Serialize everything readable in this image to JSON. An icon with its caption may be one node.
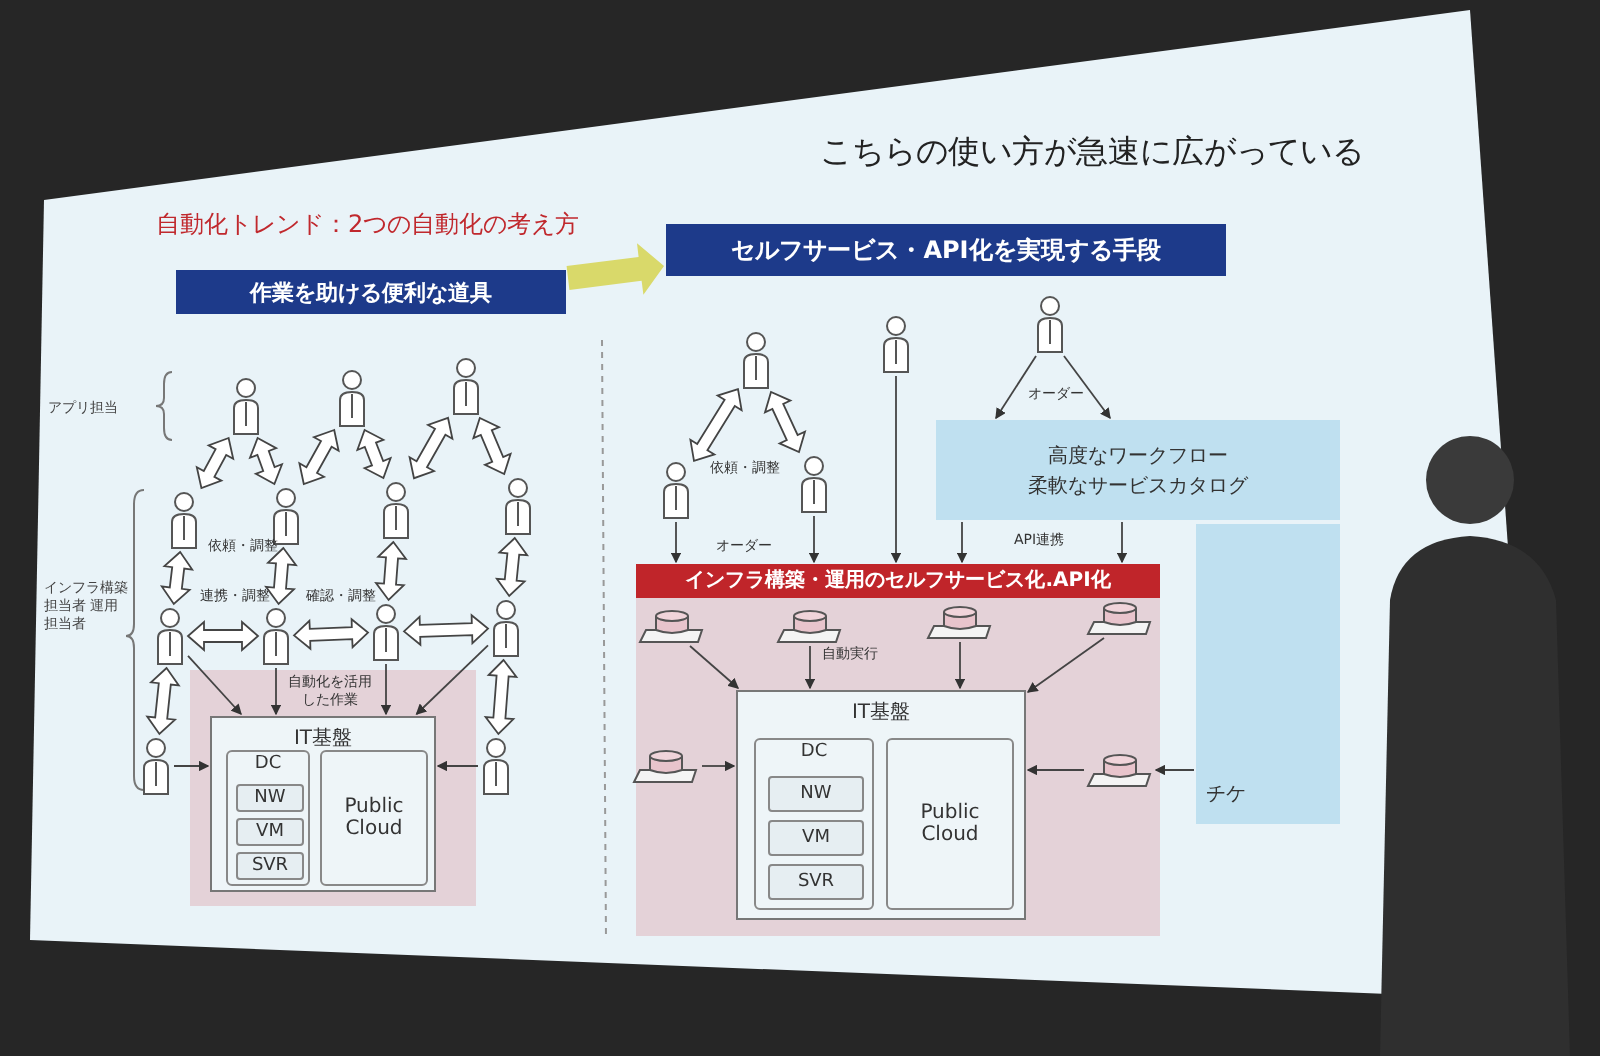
{
  "diagram": {
    "title": "自動化トレンド：2つの自動化の考え方",
    "nodes": [
      {
        "text": [
          "作業を助ける便利な道具"
        ]
      },
      {
        "text": [
          "セルフサービス・API化を実現する手段"
        ]
      },
      {
        "text": [],
        "shape": "person"
      },
      {
        "text": [],
        "shape": "person"
      },
      {
        "text": [],
        "shape": "person"
      },
      {
        "text": [],
        "shape": "person"
      },
      {
        "text": [],
        "shape": "person"
      },
      {
        "text": [],
        "shape": "person"
      },
      {
        "text": [],
        "shape": "person"
      },
      {
        "text": [],
        "shape": "person"
      },
      {
        "text": [],
        "shape": "person"
      },
      {
        "text": [],
        "shape": "person"
      },
      {
        "text": [],
        "shape": "person"
      },
      {
        "text": [],
        "shape": "person"
      },
      {
        "text": [],
        "shape": "person"
      },
      {
        "text": [
          "自動化を活用した作業"
        ]
      },
      {
        "text": [
          "IT基盤"
        ],
        "in": 15
      },
      {
        "text": [
          "DC"
        ],
        "in": 16
      },
      {
        "text": [
          "NW"
        ],
        "in": 17
      },
      {
        "text": [
          "VM"
        ],
        "in": 17
      },
      {
        "text": [
          "SVR"
        ],
        "in": 17
      },
      {
        "text": [
          "Public Cloud"
        ],
        "in": 16
      },
      {
        "text": [],
        "shape": "person"
      },
      {
        "text": [],
        "shape": "person"
      },
      {
        "text": [],
        "shape": "person"
      },
      {
        "text": [],
        "shape": "person"
      },
      {
        "text": [],
        "shape": "person"
      },
      {
        "text": [
          "高度なワークフロー",
          "柔軟なサービスカタログ"
        ]
      },
      {
        "text": [
          "インフラ構築・運用のセルフサービス化.API化",
          "自動実行"
        ]
      },
      {
        "text": [],
        "shape": "picture",
        "in": 28
      },
      {
        "text": [],
        "shape": "picture",
        "in": 28
      },
      {
        "text": [],
        "shape": "picture",
        "in": 28
      },
      {
        "text": [],
        "shape": "picture",
        "in": 28
      },
      {
        "text": [],
        "shape": "picture",
        "in": 28
      },
      {
        "text": [],
        "shape": "picture",
        "in": 28
      },
      {
        "text": [
          "IT基盤"
        ],
        "in": 28
      },
      {
        "text": [
          "DC"
        ],
        "in": 35
      },
      {
        "text": [
          "NW"
        ],
        "in": 36
      },
      {
        "text": [
          "VM"
        ],
        "in": 36
      },
      {
        "text": [
          "SVR"
        ],
        "in": 36
      },
      {
        "text": [
          "Public Cloud"
        ],
        "in": 35
      },
      {
        "text": [
          "チケ"
        ]
      }
    ],
    "edges": [
      {
        "from": 0,
        "to": 1,
        "arrow": "to",
        "style": "thick",
        "color": "#d9d96a"
      },
      {
        "from": 2,
        "to": 5,
        "arrow": "both"
      },
      {
        "from": 2,
        "to": 6,
        "arrow": "both"
      },
      {
        "from": 3,
        "to": 6,
        "arrow": "both"
      },
      {
        "from": 3,
        "to": 7,
        "arrow": "both"
      },
      {
        "from": 4,
        "to": 7,
        "arrow": "both"
      },
      {
        "from": 4,
        "to": 8,
        "arrow": "both"
      },
      {
        "from": 5,
        "to": 9,
        "arrow": "both"
      },
      {
        "from": 6,
        "to": 10,
        "arrow": "both"
      },
      {
        "from": 7,
        "to": 11,
        "arrow": "both"
      },
      {
        "from": 8,
        "to": 12,
        "arrow": "both"
      },
      {
        "from": 9,
        "to": 10,
        "arrow": "both"
      },
      {
        "from": 10,
        "to": 11,
        "arrow": "both"
      },
      {
        "from": 11,
        "to": 12,
        "arrow": "both"
      },
      {
        "from": 9,
        "to": 13,
        "arrow": "both"
      },
      {
        "from": 12,
        "to": 14,
        "arrow": "both"
      },
      {
        "from": 9,
        "to": 16,
        "arrow": "to"
      },
      {
        "from": 10,
        "to": 16,
        "arrow": "to"
      },
      {
        "from": 11,
        "to": 16,
        "arrow": "to"
      },
      {
        "from": 12,
        "to": 16,
        "arrow": "to"
      },
      {
        "from": 13,
        "to": 16,
        "arrow": "to"
      },
      {
        "from": 14,
        "to": 16,
        "arrow": "to"
      },
      {
        "from": 22,
        "to": 23,
        "arrow": "both"
      },
      {
        "from": 22,
        "to": 24,
        "arrow": "both"
      },
      {
        "from": 23,
        "to": 28,
        "arrow": "to"
      },
      {
        "from": 24,
        "to": 28,
        "arrow": "to"
      },
      {
        "from": 25,
        "to": 28,
        "arrow": "to"
      },
      {
        "from": 26,
        "to": 27,
        "arrow": "to"
      },
      {
        "from": 26,
        "to": 27,
        "arrow": "to"
      },
      {
        "from": 27,
        "to": 28,
        "arrow": "to"
      },
      {
        "from": 27,
        "to": 28,
        "arrow": "to"
      },
      {
        "from": 29,
        "to": 35,
        "arrow": "to"
      },
      {
        "from": 30,
        "to": 35,
        "arrow": "to"
      },
      {
        "from": 31,
        "to": 35,
        "arrow": "to"
      },
      {
        "from": 32,
        "to": 35,
        "arrow": "to"
      },
      {
        "from": 33,
        "to": 35,
        "arrow": "to"
      },
      {
        "from": 34,
        "to": 35,
        "arrow": "to"
      },
      {
        "from": 41,
        "to": 34,
        "arrow": "to"
      }
    ],
    "labels": [
      "こちらの使い方が急速に広がっている",
      "アプリ担当",
      "インフラ構築担当者 運用担当者",
      "依頼・調整",
      "連携・調整",
      "確認・調整",
      "依頼・調整",
      "オーダー",
      "オーダー",
      "API連携"
    ]
  }
}
